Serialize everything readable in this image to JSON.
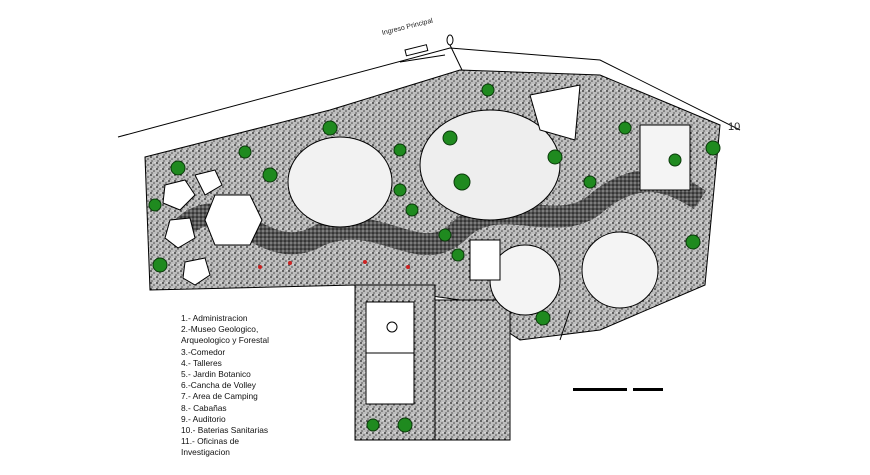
{
  "plan": {
    "entrance_label": "Ingreso Principal",
    "boundary_marker": "10"
  },
  "legend": {
    "items": [
      "1.- Administracion",
      "2.-Museo Geologico,",
      "Arqueologico y Forestal",
      "3.-Comedor",
      "4.- Talleres",
      "5.- Jardin Botanico",
      "6.-Cancha de Volley",
      "7.- Area de Camping",
      "8.- Cabañas",
      "9.- Auditorio",
      "10.- Baterias Sanitarias",
      "11.- Oficinas de",
      "Investigacion"
    ]
  },
  "colors": {
    "tree": "#1f8a1f",
    "ground": "#9a9a9a",
    "line": "#000000",
    "marker": "#cc2222"
  }
}
